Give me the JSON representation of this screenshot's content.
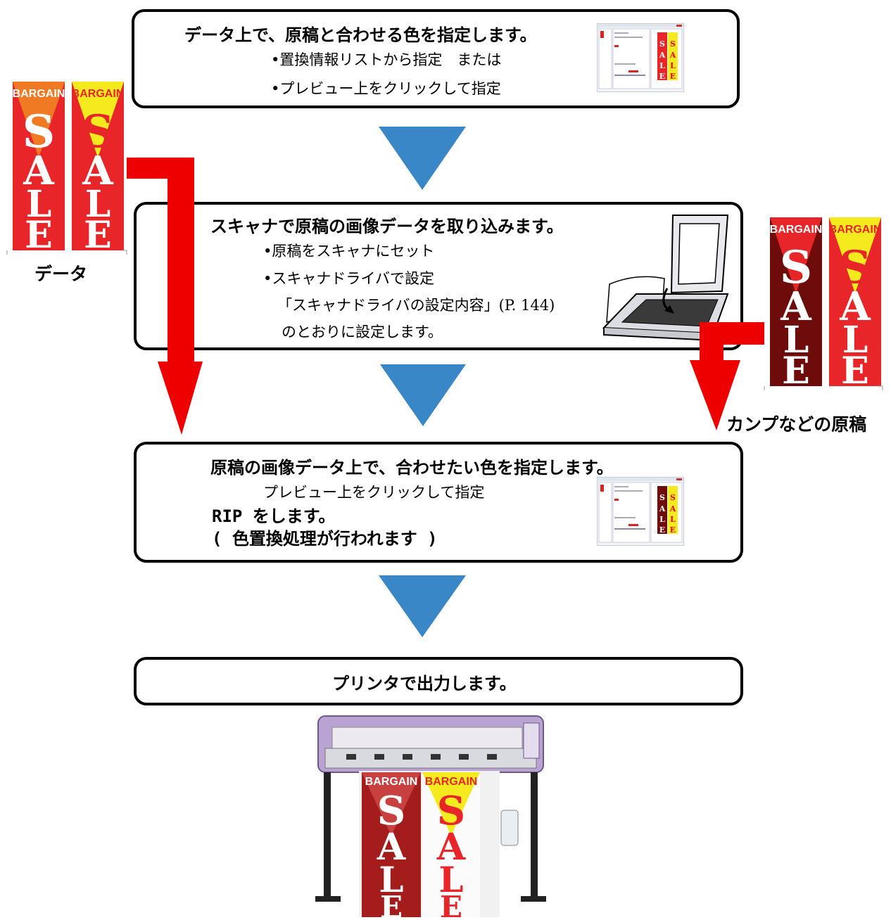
{
  "steps": [
    {
      "title": "データ上で、原稿と合わせる色を指定します。",
      "lines": [
        "•置換情報リストから指定　または",
        "•プレビュー上をクリックして指定"
      ]
    },
    {
      "title": "スキャナで原稿の画像データを取り込みます。",
      "lines": [
        "•原稿をスキャナにセット",
        "•スキャナドライバで設定",
        "「スキャナドライバの設定内容」(P. 144)",
        "のとおりに設定します。"
      ]
    },
    {
      "title": "原稿の画像データ上で、合わせたい色を指定します。",
      "lines": [
        "プレビュー上をクリックして指定"
      ],
      "bold_lines": [
        "RIP をします。",
        "( 色置換処理が行われます )"
      ]
    },
    {
      "title": "プリンタで出力します。"
    }
  ],
  "captions": {
    "data": "データ",
    "original": "カンプなどの原稿"
  },
  "banner_text": {
    "tag": "BARGAIN",
    "letters": [
      "S",
      "A",
      "L",
      "E"
    ]
  },
  "colors": {
    "flow_arrow": "#3a87c8",
    "red_arrow": "#ee0000",
    "banner_red": "#e8262a",
    "banner_orange": "#f07a23",
    "banner_yellow": "#f4ea1e",
    "banner_maroon": "#6e0c0c",
    "printer_purple": "#b9a3d2"
  }
}
